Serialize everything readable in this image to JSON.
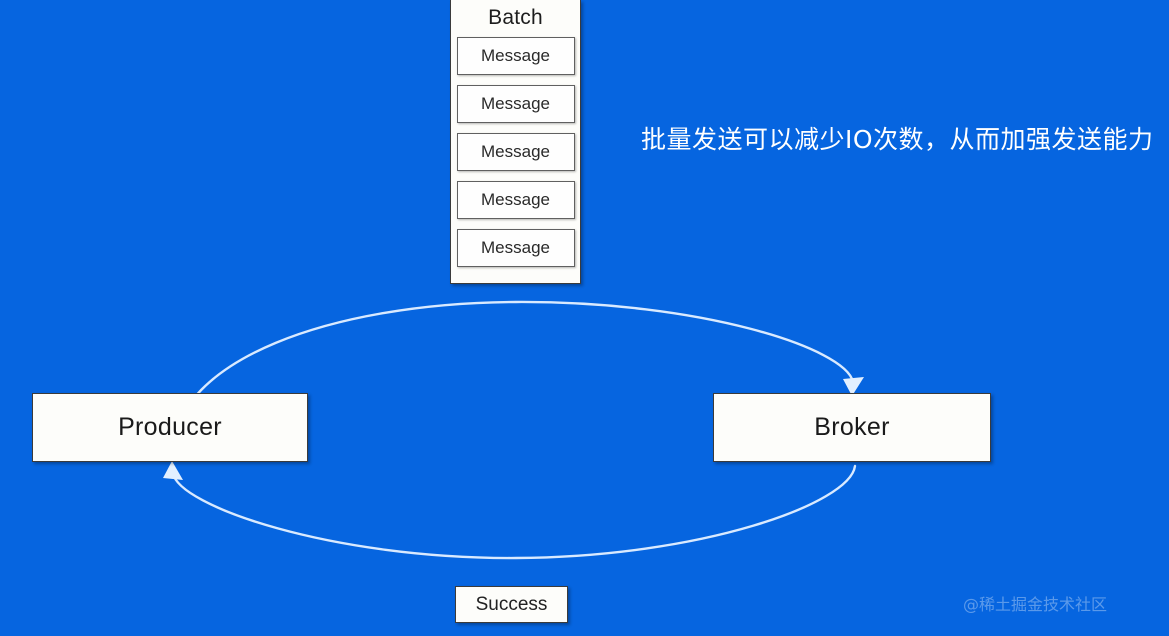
{
  "diagram": {
    "title": "Kafka producer batch send flow",
    "background_color": "#0665e0",
    "node_fill_color": "#fdfdfa",
    "arrow_color": "#d9eaff",
    "annotation_color": "#ffffff"
  },
  "batch": {
    "label": "Batch",
    "messages": [
      {
        "label": "Message"
      },
      {
        "label": "Message"
      },
      {
        "label": "Message"
      },
      {
        "label": "Message"
      },
      {
        "label": "Message"
      }
    ]
  },
  "nodes": {
    "producer": {
      "label": "Producer"
    },
    "broker": {
      "label": "Broker"
    },
    "success": {
      "label": "Success"
    }
  },
  "annotation": {
    "text": "批量发送可以减少IO次数，从而加强发送能力"
  },
  "watermark": {
    "text": "@稀土掘金技术社区"
  },
  "edges": {
    "send": {
      "from": "Producer",
      "to": "Broker",
      "label": ""
    },
    "ack": {
      "from": "Broker",
      "to": "Producer",
      "label": "Success"
    }
  }
}
